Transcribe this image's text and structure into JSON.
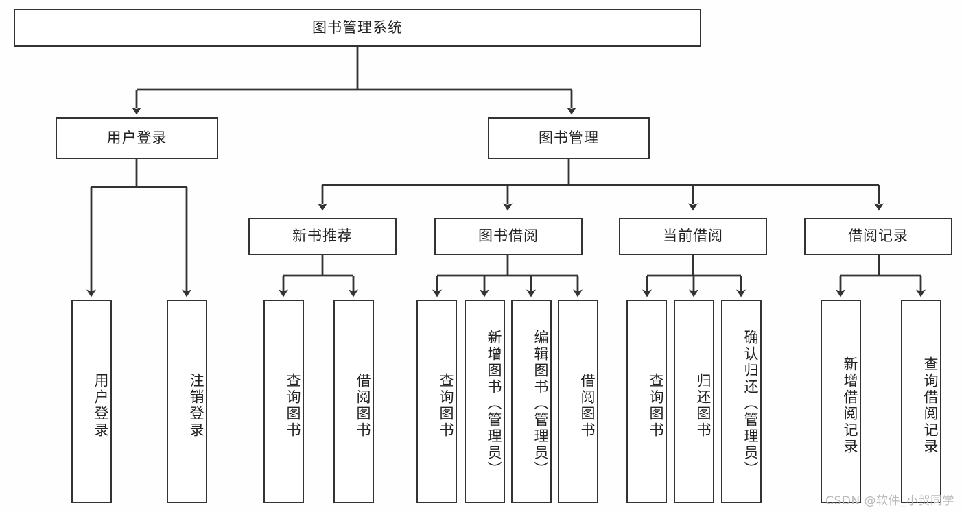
{
  "diagram": {
    "type": "tree-hierarchy",
    "title": "图书管理系统",
    "watermark": "CSDN @软件_小贺同学",
    "colors": {
      "background": "#fefefe",
      "node_fill": "#ffffff",
      "node_border": "#333333",
      "edge": "#333333",
      "text": "#222222",
      "watermark": "#b9b9b9"
    },
    "root": {
      "label": "图书管理系统"
    },
    "level2": [
      {
        "label": "用户登录"
      },
      {
        "label": "图书管理"
      }
    ],
    "level3": [
      {
        "label": "新书推荐"
      },
      {
        "label": "图书借阅"
      },
      {
        "label": "当前借阅"
      },
      {
        "label": "借阅记录"
      }
    ],
    "leaves": {
      "user_login": [
        {
          "label": "用户登录"
        },
        {
          "label": "注销登录"
        }
      ],
      "new_book_recommend": [
        {
          "label": "查询图书"
        },
        {
          "label": "借阅图书"
        }
      ],
      "book_borrow": [
        {
          "label": "查询图书"
        },
        {
          "label": "新增图书（管理员）"
        },
        {
          "label": "编辑图书（管理员）"
        },
        {
          "label": "借阅图书"
        }
      ],
      "current_borrow": [
        {
          "label": "查询图书"
        },
        {
          "label": "归还图书"
        },
        {
          "label": "确认归还（管理员）"
        }
      ],
      "borrow_record": [
        {
          "label": "新增借阅记录"
        },
        {
          "label": "查询借阅记录"
        }
      ]
    }
  }
}
